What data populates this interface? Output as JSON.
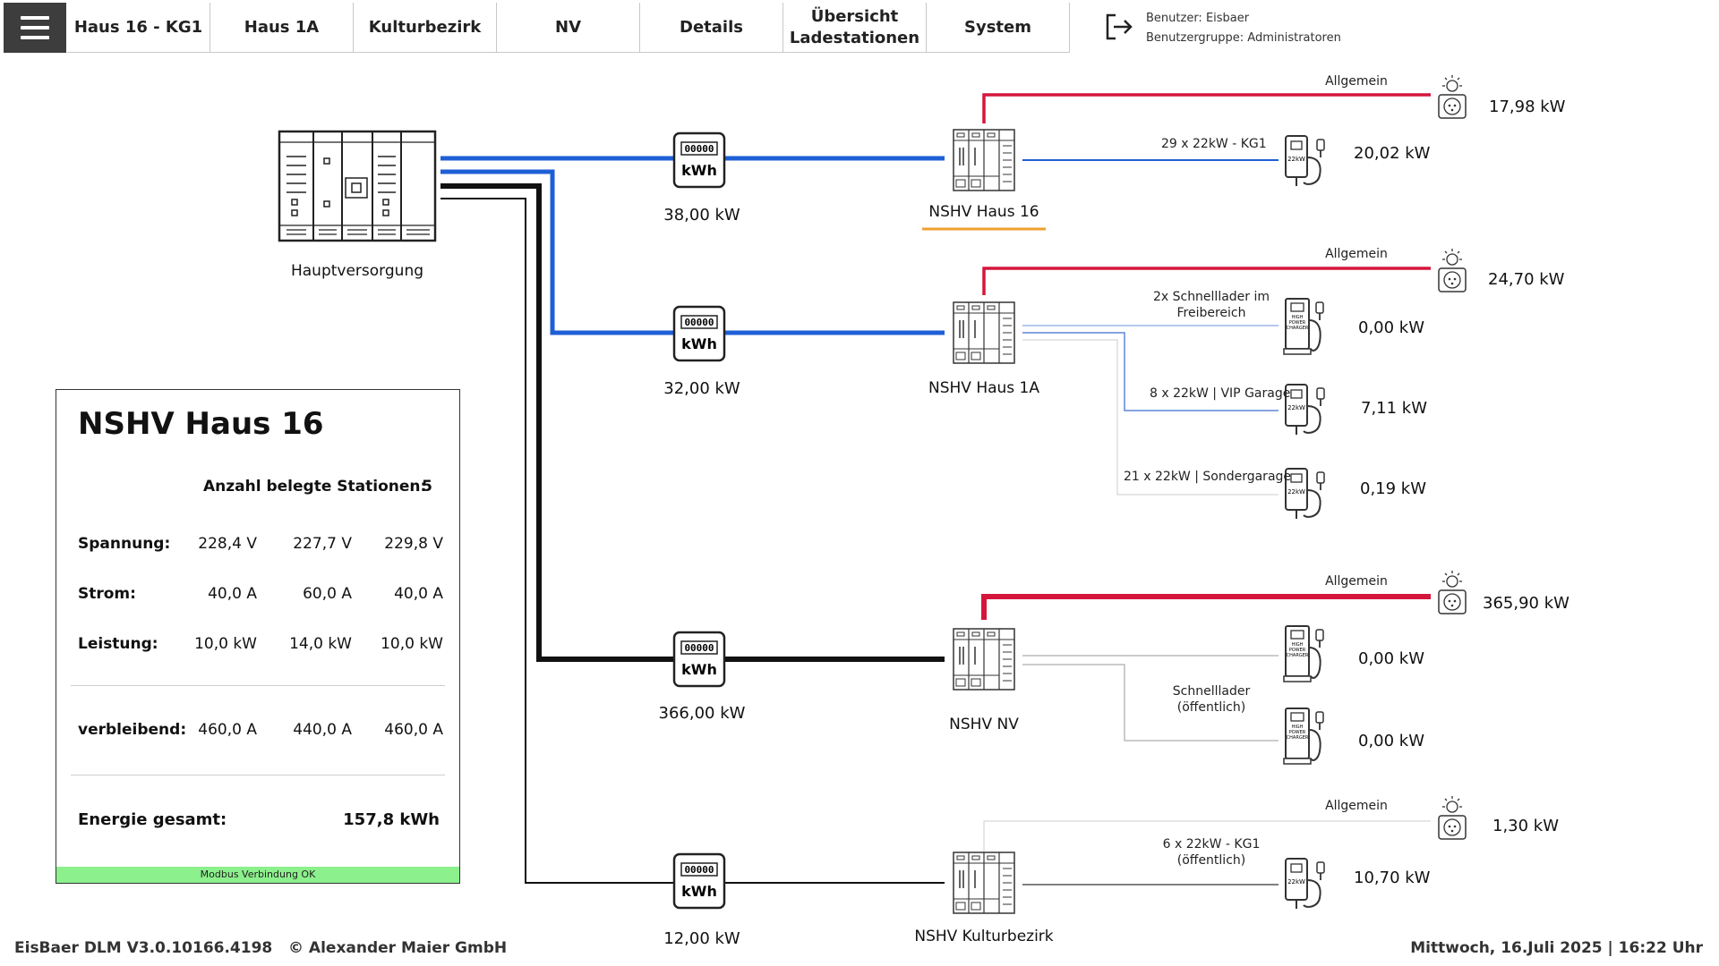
{
  "nav": {
    "tabs": [
      "Haus 16 - KG1",
      "Haus 1A",
      "Kulturbezirk",
      "NV",
      "Details",
      "Übersicht\nLadestationen",
      "System"
    ],
    "user_label": "Benutzer: Eisbaer",
    "group_label": "Benutzergruppe: Administratoren"
  },
  "colors": {
    "blue": "#1f5fd6",
    "red": "#d4163c",
    "black": "#111111",
    "orange": "#f0a030",
    "ok_green": "#8cf08c"
  },
  "main_supply": {
    "label": "Hauptversorgung"
  },
  "meters": [
    {
      "value": "38,00 kW",
      "display": "00000",
      "unit": "kWh"
    },
    {
      "value": "32,00 kW",
      "display": "00000",
      "unit": "kWh"
    },
    {
      "value": "366,00 kW",
      "display": "00000",
      "unit": "kWh"
    },
    {
      "value": "12,00 kW",
      "display": "00000",
      "unit": "kWh"
    }
  ],
  "nshv": [
    {
      "name": "NSHV Haus 16",
      "allgemein": {
        "label": "Allgemein",
        "value": "17,98 kW"
      },
      "chargers": [
        {
          "label": "29 x 22kW -  KG1",
          "value": "20,02 kW",
          "type": "22kW"
        }
      ]
    },
    {
      "name": "NSHV Haus 1A",
      "allgemein": {
        "label": "Allgemein",
        "value": "24,70 kW"
      },
      "chargers": [
        {
          "label": "2x Schnelllader im\nFreibereich",
          "value": "0,00 kW",
          "type": "HPC"
        },
        {
          "label": "8 x 22kW | VIP Garage",
          "value": "7,11 kW",
          "type": "22kW"
        },
        {
          "label": "21 x 22kW |  Sondergarage",
          "value": "0,19 kW",
          "type": "22kW"
        }
      ]
    },
    {
      "name": "NSHV NV",
      "allgemein": {
        "label": "Allgemein",
        "value": "365,90 kW"
      },
      "group_label": "Schnelllader\n(öffentlich)",
      "chargers": [
        {
          "value": "0,00 kW",
          "type": "HPC"
        },
        {
          "value": "0,00 kW",
          "type": "HPC"
        }
      ]
    },
    {
      "name": "NSHV Kulturbezirk",
      "allgemein": {
        "label": "Allgemein",
        "value": "1,30 kW"
      },
      "chargers": [
        {
          "label": "6 x 22kW -  KG1\n(öffentlich)",
          "value": "10,70 kW",
          "type": "22kW"
        }
      ]
    }
  ],
  "panel": {
    "title": "NSHV Haus 16",
    "stations_label": "Anzahl belegte Stationen:",
    "stations_value": "5",
    "rows": [
      {
        "label": "Spannung:",
        "values": [
          "228,4 V",
          "227,7 V",
          "229,8 V"
        ]
      },
      {
        "label": "Strom:",
        "values": [
          "40,0 A",
          "60,0 A",
          "40,0 A"
        ]
      },
      {
        "label": "Leistung:",
        "values": [
          "10,0 kW",
          "14,0 kW",
          "10,0 kW"
        ]
      },
      {
        "label": "verbleibend:",
        "values": [
          "460,0 A",
          "440,0 A",
          "460,0 A"
        ]
      }
    ],
    "energy_label": "Energie gesamt:",
    "energy_value": "157,8 kWh",
    "status": "Modbus Verbindung OK"
  },
  "footer": {
    "version": "EisBaer DLM V3.0.10166.4198",
    "copyright": "© Alexander Maier GmbH",
    "datetime": "Mittwoch, 16.Juli 2025 | 16:22 Uhr"
  },
  "icons": [
    "menu-icon",
    "logout-icon",
    "switchgear-icon",
    "meter-icon",
    "cabinet-icon",
    "lamp-socket-icon",
    "wallbox-22kw-icon",
    "hpc-charger-icon"
  ],
  "charger_badges": {
    "wallbox": "22kW",
    "hpc": "HIGH\nPOWER\nCHARGER"
  }
}
